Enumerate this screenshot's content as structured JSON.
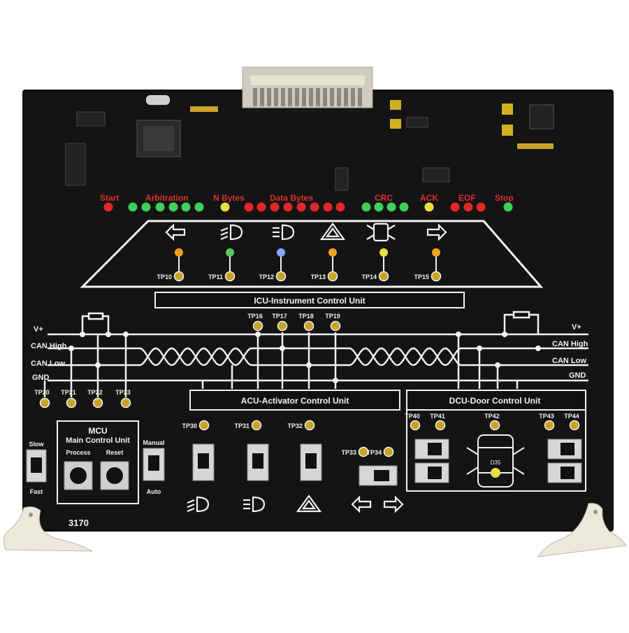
{
  "board": {
    "model": "3170",
    "colors": {
      "pcb": "#111111",
      "silk": "#f2f2f2",
      "pad": "#c9a227",
      "connector": "#cfcbbf",
      "bracket": "#ece8dc"
    }
  },
  "frame_row": {
    "start": "Start",
    "arbitration": "Arbitration",
    "n_bytes": "N Bytes",
    "data_bytes": "Data Bytes",
    "crc": "CRC",
    "ack": "ACK",
    "eof": "EOF",
    "stop": "Stop"
  },
  "frame_leds": [
    "red",
    "green",
    "green",
    "green",
    "green",
    "green",
    "green",
    "yellow",
    "red",
    "red",
    "red",
    "red",
    "red",
    "red",
    "red",
    "red",
    "green",
    "green",
    "green",
    "green",
    "yellow",
    "red",
    "red",
    "red",
    "green"
  ],
  "icu": {
    "label": "ICU-Instrument Control Unit",
    "indicators": [
      {
        "tp": "TP10",
        "led": "#f0a020",
        "icon": "left-arrow-icon"
      },
      {
        "tp": "TP11",
        "led": "#5cc85c",
        "icon": "low-beam-icon"
      },
      {
        "tp": "TP12",
        "led": "#7fa8ff",
        "icon": "high-beam-icon"
      },
      {
        "tp": "TP13",
        "led": "#f0a020",
        "icon": "hazard-icon"
      },
      {
        "tp": "TP14",
        "led": "#e8e040",
        "icon": "door-open-icon"
      },
      {
        "tp": "TP15",
        "led": "#f0a020",
        "icon": "right-arrow-icon"
      }
    ],
    "tps": [
      "TP16",
      "TP17",
      "TP18",
      "TP19"
    ]
  },
  "bus": {
    "vplus": "V+",
    "can_high": "CAN High",
    "can_low": "CAN Low",
    "gnd": "GND"
  },
  "mcu": {
    "title": "MCU",
    "subtitle": "Main Control Unit",
    "process": "Process",
    "reset": "Reset",
    "tps": [
      "TP20",
      "TP21",
      "TP22",
      "TP23"
    ]
  },
  "switches": {
    "slow": "Slow",
    "fast": "Fast",
    "manual": "Manual",
    "auto": "Auto"
  },
  "acu": {
    "label": "ACU-Activator Control Unit",
    "tps": [
      "TP30",
      "TP31",
      "TP32",
      "TP33",
      "TP34"
    ]
  },
  "dcu": {
    "label": "DCU-Door Control Unit",
    "tps": [
      "TP40",
      "TP41",
      "TP42",
      "TP43",
      "TP44"
    ],
    "led": "D35"
  },
  "bottom_icons": [
    "low-beam-icon",
    "high-beam-icon",
    "hazard-icon",
    "left-arrow-icon",
    "right-arrow-icon"
  ]
}
